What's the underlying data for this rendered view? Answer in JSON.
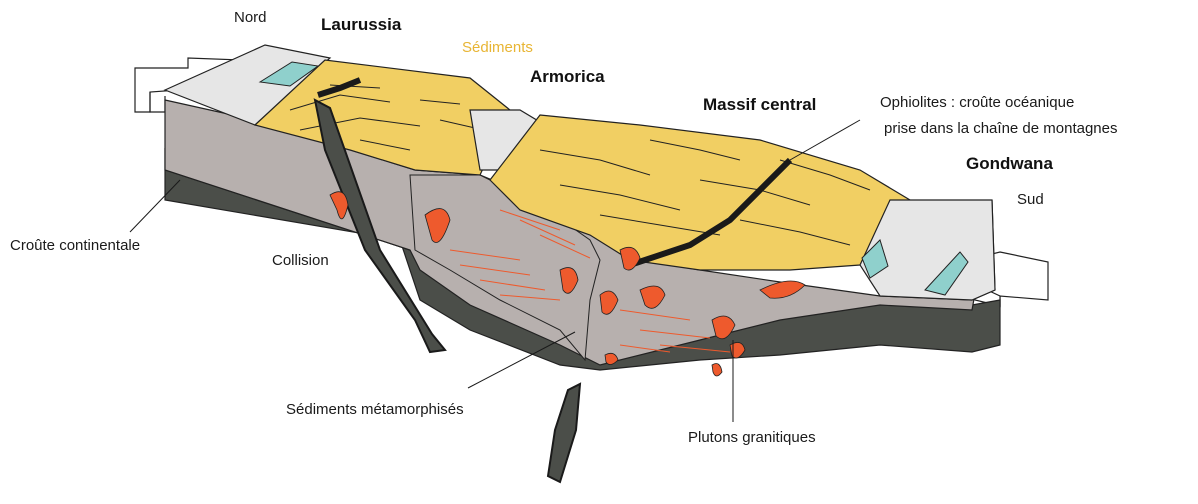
{
  "labels": {
    "nord": "Nord",
    "laurussia": "Laurussia",
    "sediments": "Sédiments",
    "armorica": "Armorica",
    "massif_central": "Massif central",
    "ophiolites_line1": "Ophiolites : croûte océanique",
    "ophiolites_line2": "prise dans la chaîne de montagnes",
    "gondwana": "Gondwana",
    "sud": "Sud",
    "croute_continentale": "Croûte continentale",
    "collision": "Collision",
    "sediments_metamorphises": "Sédiments métamorphisés",
    "plutons_granitiques": "Plutons granitiques"
  },
  "colors": {
    "sediments_yellow": "#f1cf63",
    "upper_crust": "#b7b0ae",
    "lower_crust": "#4b4e49",
    "ocean_blue": "#8fd0cc",
    "granite_orange": "#ee5a2d",
    "slab_black": "#1a1a1a",
    "top_grey": "#e6e6e6"
  },
  "icons": {
    "arrow_left": "arrow-right-icon",
    "arrow_right": "arrow-left-icon"
  }
}
